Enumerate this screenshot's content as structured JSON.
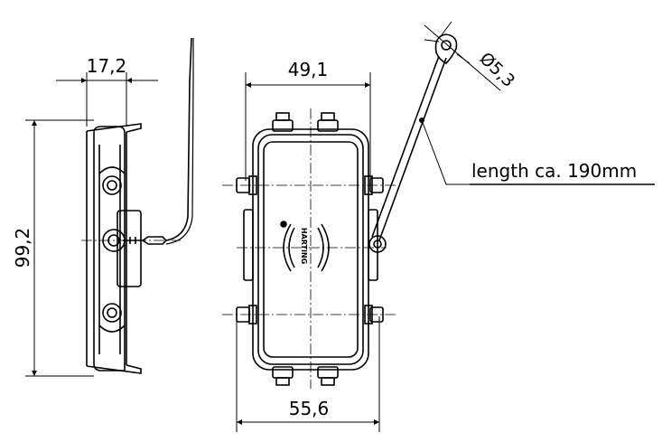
{
  "dimensions": {
    "side_depth": "17,2",
    "height": "99,2",
    "front_inner_width": "49,1",
    "front_outer_width": "55,6",
    "hole_diameter": "Ø5,3"
  },
  "notes": {
    "cable_length": "length ca. 190mm"
  },
  "logo": {
    "text": "HARTING"
  },
  "colors": {
    "line": "#000000",
    "background": "#ffffff"
  }
}
